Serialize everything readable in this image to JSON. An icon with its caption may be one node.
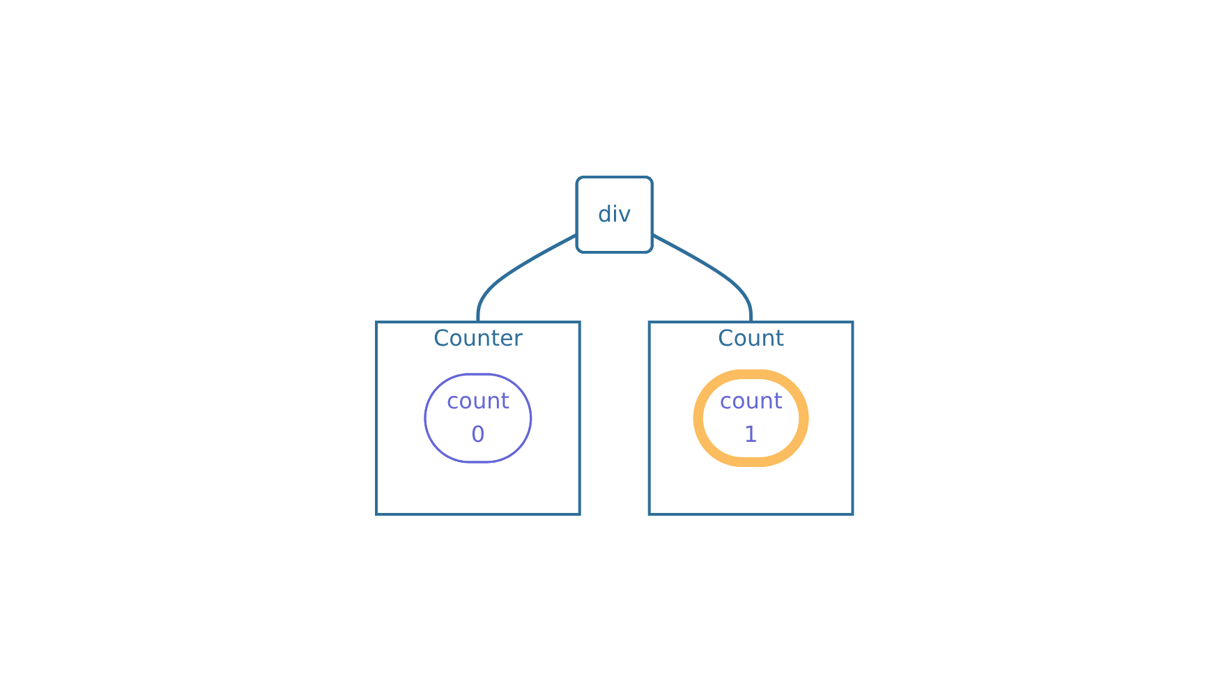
{
  "diagram": {
    "nodes": [
      {
        "text": [
          "div"
        ]
      },
      {
        "text": [
          "Counter"
        ]
      },
      {
        "text": [
          "count",
          "0"
        ],
        "in": 1
      },
      {
        "text": [
          "Count"
        ]
      },
      {
        "text": [
          "count",
          "1"
        ],
        "in": 3
      }
    ],
    "edges": [
      {
        "from": 0,
        "to": 1,
        "arrow": "none"
      },
      {
        "from": 0,
        "to": 3,
        "arrow": "none"
      }
    ]
  }
}
